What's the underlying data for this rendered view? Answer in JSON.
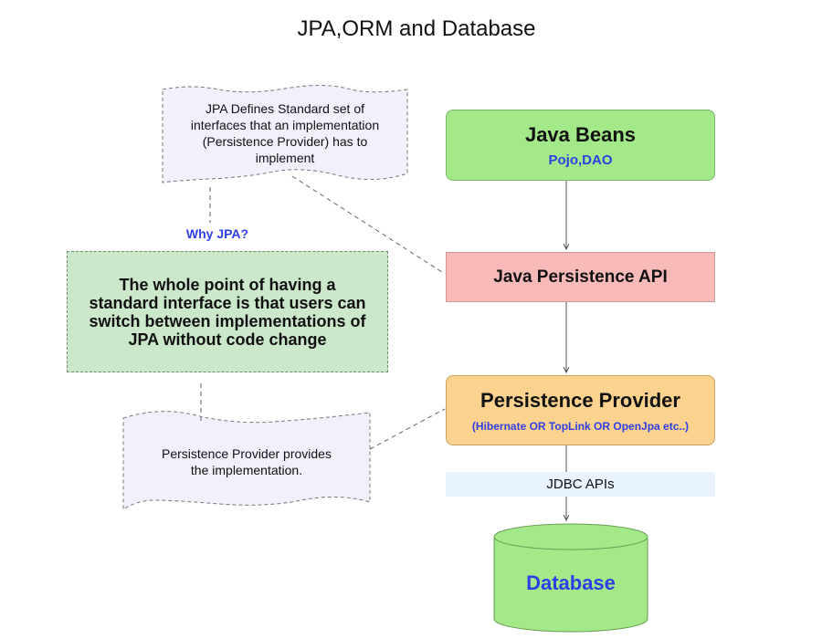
{
  "title": "JPA,ORM and Database",
  "java_beans": {
    "label": "Java Beans",
    "sub": "Pojo,DAO"
  },
  "jpa_api": {
    "label": "Java Persistence API"
  },
  "provider": {
    "label": "Persistence Provider",
    "sub": "(Hibernate OR TopLink OR OpenJpa etc..)"
  },
  "jdbc": {
    "label": "JDBC APIs"
  },
  "database": {
    "label": "Database"
  },
  "why": {
    "label": "Why JPA?"
  },
  "note_jpa": {
    "lines": [
      "JPA Defines Standard set of",
      "interfaces that an implementation",
      "(Persistence Provider) has to",
      "implement"
    ]
  },
  "note_point": {
    "lines": [
      "The whole point of having a",
      "standard interface is that users can",
      "switch between implementations of",
      "JPA without code change"
    ]
  },
  "note_provider": {
    "lines": [
      "Persistence Provider provides",
      "the implementation."
    ]
  },
  "colors": {
    "beans": "#a3e889",
    "jpa": "#f8b9b9",
    "provider": "#fcd28f",
    "database": "#a3e889",
    "accent_text": "#2f3ee6",
    "notes": "#f2f0fb",
    "point": "#cbe8cb"
  }
}
